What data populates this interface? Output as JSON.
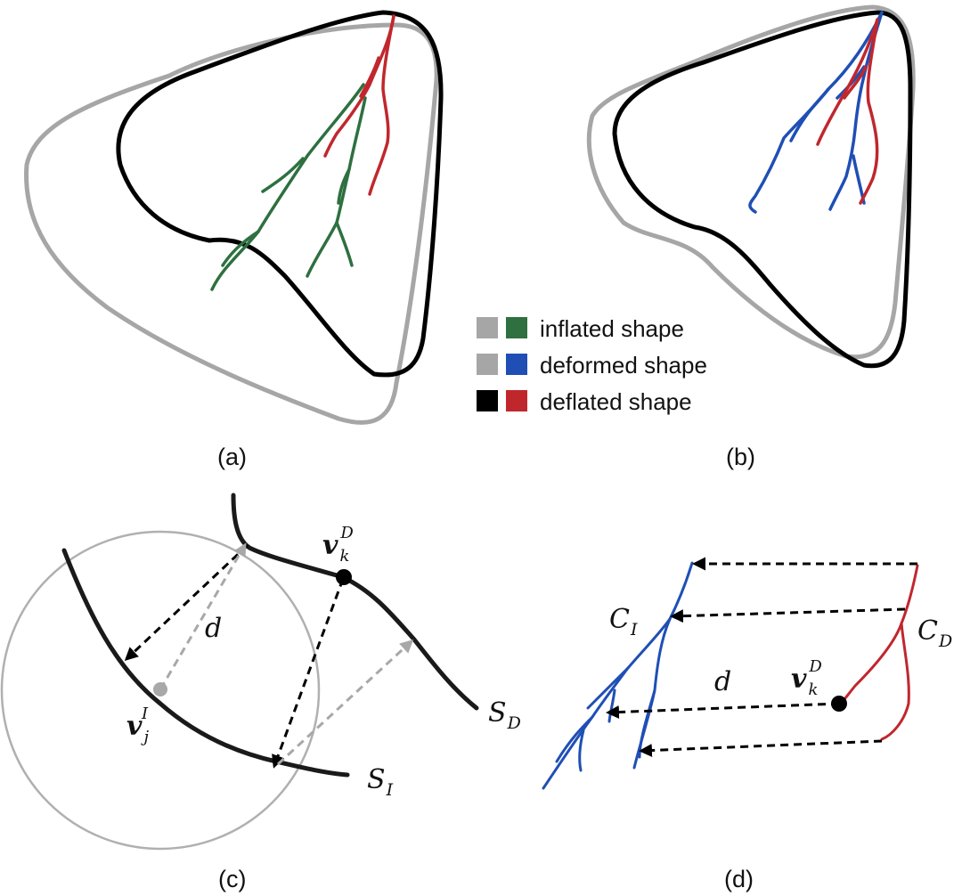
{
  "panels": {
    "a": {
      "label": "(a)"
    },
    "b": {
      "label": "(b)"
    },
    "c": {
      "label": "(c)",
      "v_k_base": "v",
      "v_k_sub": "k",
      "v_k_sup": "D",
      "v_j_base": "v",
      "v_j_sub": "j",
      "v_j_sup": "I",
      "d_label": "d",
      "s_d_base": "S",
      "s_d_sub": "D",
      "s_i_base": "S",
      "s_i_sub": "I"
    },
    "d": {
      "label": "(d)",
      "c_i_base": "C",
      "c_i_sub": "I",
      "c_d_base": "C",
      "c_d_sub": "D",
      "v_k_base": "v",
      "v_k_sub": "k",
      "v_k_sup": "D",
      "d_label": "d"
    }
  },
  "legend": [
    {
      "swatch_1": "#a6a6a6",
      "swatch_2": "#2e7040",
      "label": "inflated shape"
    },
    {
      "swatch_1": "#a6a6a6",
      "swatch_2": "#1f4fb5",
      "label": "deformed shape"
    },
    {
      "swatch_1": "#000000",
      "swatch_2": "#c0272d",
      "label": "deflated shape"
    }
  ],
  "colors": {
    "inflated_outline": "#a6a6a6",
    "deflated_outline": "#000000",
    "inflated_vessel": "#2e7040",
    "deformed_vessel": "#1f4fb5",
    "deflated_vessel": "#c0272d",
    "circle": "#b0b0b0",
    "gray_arrow": "#a8a8a8"
  }
}
